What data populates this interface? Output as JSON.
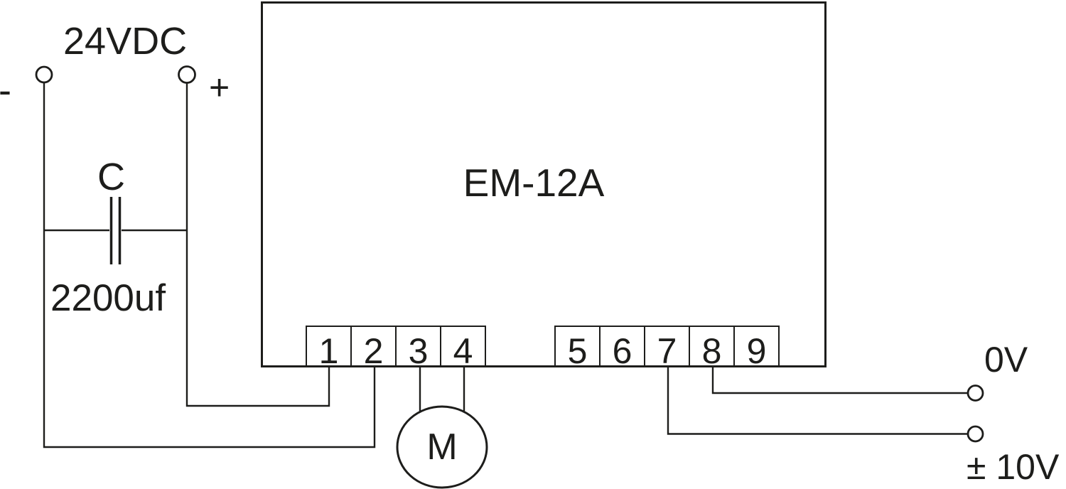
{
  "diagram": {
    "device_label": "EM-12A",
    "power_supply": {
      "voltage_label": "24VDC",
      "negative_label": "-",
      "positive_label": "+"
    },
    "capacitor": {
      "designator": "C",
      "value": "2200uf"
    },
    "motor_label": "M",
    "terminal_block_left": {
      "terminals": [
        "1",
        "2",
        "3",
        "4"
      ]
    },
    "terminal_block_right": {
      "terminals": [
        "5",
        "6",
        "7",
        "8",
        "9"
      ]
    },
    "signal_outputs": {
      "zero_volt_label": "0V",
      "plus_minus_ten_volt_label": "± 10V"
    }
  },
  "colors": {
    "line": "#1d1d1b",
    "background": "#ffffff"
  }
}
